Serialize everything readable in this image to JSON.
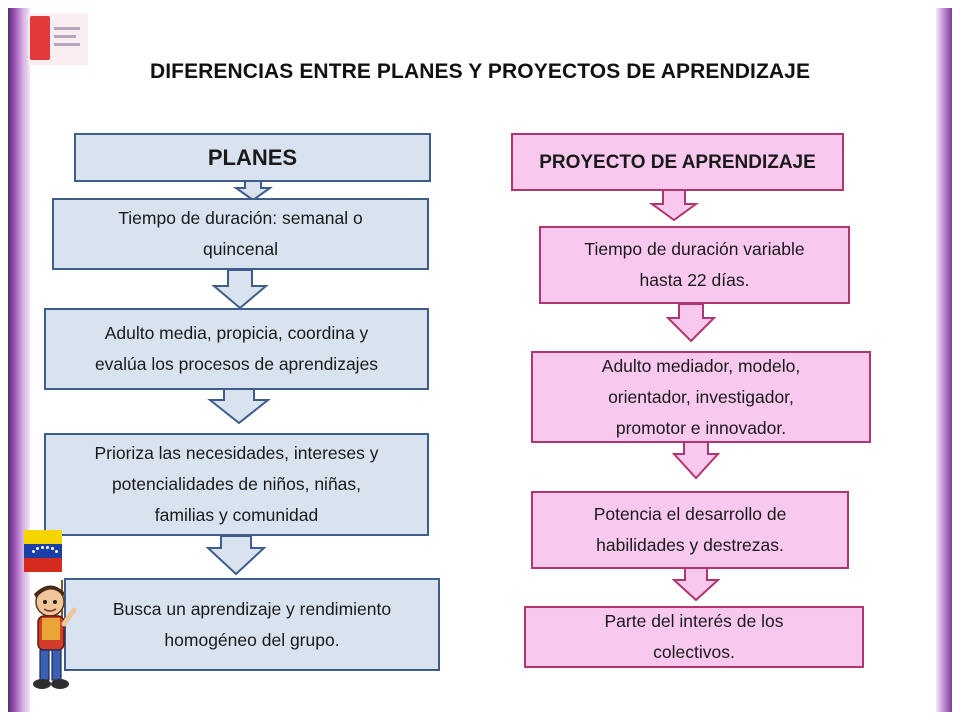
{
  "title": "DIFERENCIAS ENTRE PLANES Y PROYECTOS DE APRENDIZAJE",
  "planes": {
    "header": "PLANES",
    "items": [
      {
        "line1": "Tiempo de duración: semanal o",
        "line2": "quincenal"
      },
      {
        "line1": "Adulto media, propicia, coordina y",
        "line2": "evalúa los procesos de aprendizajes"
      },
      {
        "line1": "Prioriza las necesidades, intereses y",
        "line2": "potencialidades de niños, niñas,",
        "line3": "familias  y comunidad"
      },
      {
        "line1": "Busca un aprendizaje y rendimiento",
        "line2": "homogéneo del grupo."
      }
    ]
  },
  "proyecto": {
    "header": "PROYECTO DE APRENDIZAJE",
    "items": [
      {
        "line1": "Tiempo de duración variable",
        "line2": "hasta 22 días."
      },
      {
        "line1": "Adulto mediador, modelo,",
        "line2": "orientador,  investigador,",
        "line3": "promotor  e  innovador."
      },
      {
        "line1": "Potencia el desarrollo de",
        "line2": "habilidades y destrezas."
      },
      {
        "line1": "Parte del interés de los",
        "line2": "colectivos."
      }
    ]
  },
  "colors": {
    "planes_fill": "#d9e3f0",
    "planes_border": "#3e5d8a",
    "proyecto_fill": "#f8c8ef",
    "proyecto_border": "#b1356e"
  },
  "decorations": {
    "flag": "venezuela-flag",
    "figure": "child-cartoon-icon",
    "logo": "institution-logo-icon"
  }
}
